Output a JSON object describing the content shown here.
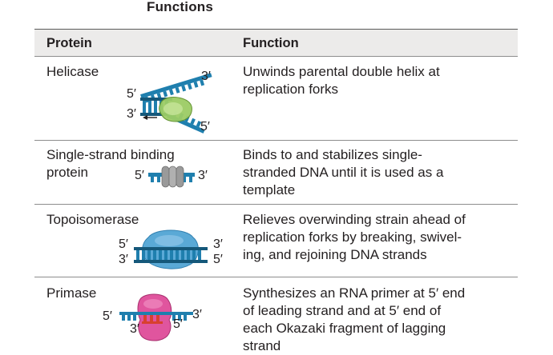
{
  "title": "Functions",
  "table": {
    "headers": {
      "protein": "Protein",
      "function": "Function"
    },
    "rows": [
      {
        "protein": "Helicase",
        "function_lines": [
          "Unwinds parental double helix at",
          "replication forks"
        ],
        "labels": {
          "top_right": "3′",
          "left_top": "5′",
          "left_bottom": "3′",
          "bottom_right": "5′"
        }
      },
      {
        "protein_lines": [
          "Single-strand binding",
          "protein"
        ],
        "function_lines": [
          "Binds to and stabilizes single-",
          "stranded DNA until it is used as a",
          "template"
        ],
        "labels": {
          "left": "5′",
          "right": "3′"
        }
      },
      {
        "protein": "Topoisomerase",
        "function_lines": [
          "Relieves overwinding strain ahead of",
          "replication forks by breaking, swivel-",
          "ing, and rejoining DNA strands"
        ],
        "labels": {
          "left_top": "5′",
          "left_bottom": "3′",
          "right_top": "3′",
          "right_bottom": "5′"
        }
      },
      {
        "protein": "Primase",
        "function_lines": [
          "Synthesizes an RNA primer at 5′ end",
          "of leading strand and at 5′ end of",
          "each Okazaki fragment of lagging",
          "strand"
        ],
        "labels": {
          "left": "5′",
          "right": "3′",
          "bottom_left": "3′",
          "bottom_right": "5′"
        }
      }
    ]
  },
  "colors": {
    "dna": "#1f7fae",
    "dna_dark": "#15587a",
    "helicase": "#9ccc65",
    "ssb": "#9a9a9a",
    "topo": "#5aa9d6",
    "primase": "#e0559e",
    "rna": "#d8402f",
    "header_bg": "#ecebea"
  }
}
